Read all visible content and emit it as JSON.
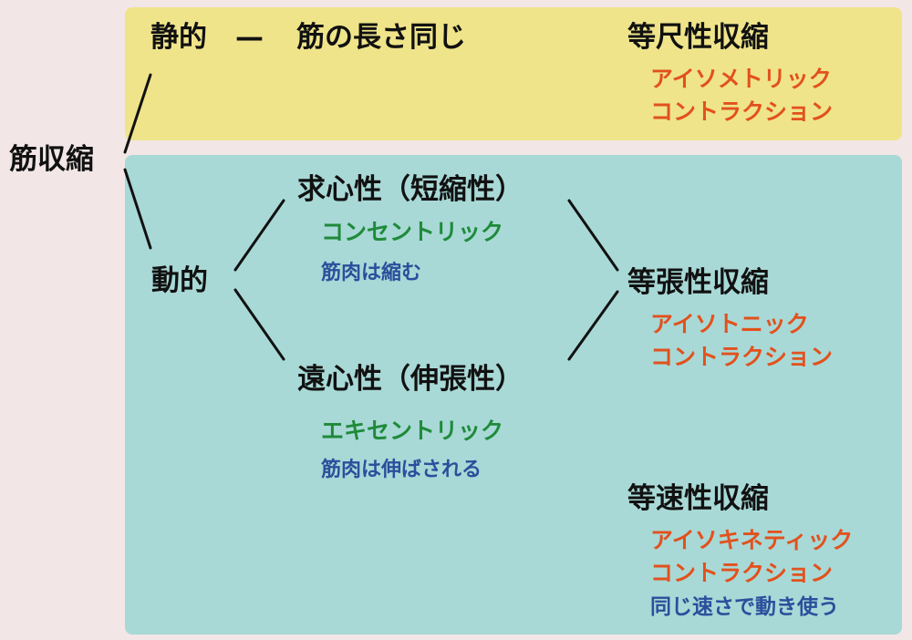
{
  "root": {
    "label": "筋収縮"
  },
  "static": {
    "label": "静的",
    "dash": "—",
    "note": "筋の長さ同じ",
    "type": "等尺性収縮",
    "english_line1": "アイソメトリック",
    "english_line2": "コントラクション"
  },
  "dynamic": {
    "label": "動的",
    "concentric": {
      "label": "求心性（短縮性）",
      "english": "コンセントリック",
      "note": "筋肉は縮む"
    },
    "eccentric": {
      "label": "遠心性（伸張性）",
      "english": "エキセントリック",
      "note": "筋肉は伸ばされる"
    },
    "isotonic": {
      "type": "等張性収縮",
      "english_line1": "アイソトニック",
      "english_line2": "コントラクション"
    },
    "isokinetic": {
      "type": "等速性収縮",
      "english_line1": "アイソキネティック",
      "english_line2": "コントラクション",
      "note": "同じ速さで動き使う"
    }
  },
  "colors": {
    "background": "#f2e6e6",
    "static_panel": "#efe48a",
    "dynamic_panel": "#a8d9d6",
    "katakana_orange": "#e2511d",
    "katakana_green": "#1f8a3a",
    "note_blue": "#2b4f9c"
  }
}
